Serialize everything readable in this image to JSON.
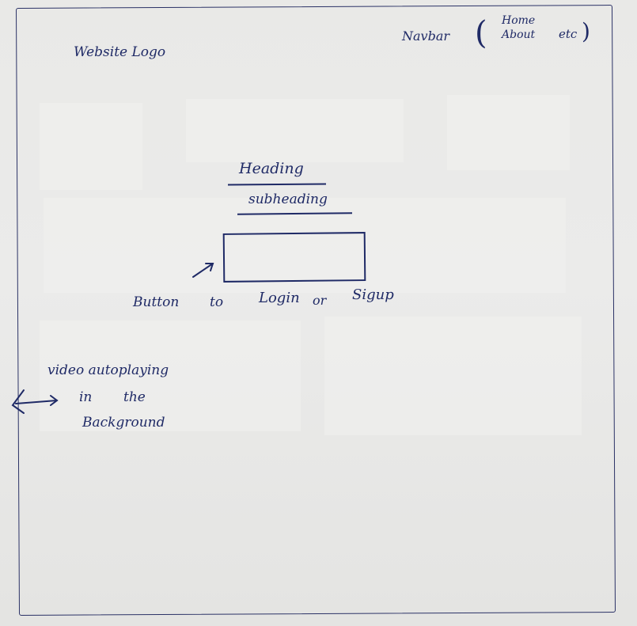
{
  "sketch": {
    "logo_label": "Website Logo",
    "navbar_label": "Navbar",
    "nav_items": {
      "home": "Home",
      "about": "About",
      "etc": "etc"
    },
    "paren_open": "(",
    "paren_close": ")",
    "heading_label": "Heading",
    "subheading_label": "subheading",
    "button_caption": {
      "button": "Button",
      "to": "to",
      "login": "Login",
      "or": "or",
      "signup": "Sigup"
    },
    "video_note": {
      "line1": "video autoplaying",
      "line2_in": "in",
      "line2_the": "the",
      "line3": "Background"
    }
  },
  "colors": {
    "ink": "#1f2a66",
    "paper": "#ebebea"
  }
}
